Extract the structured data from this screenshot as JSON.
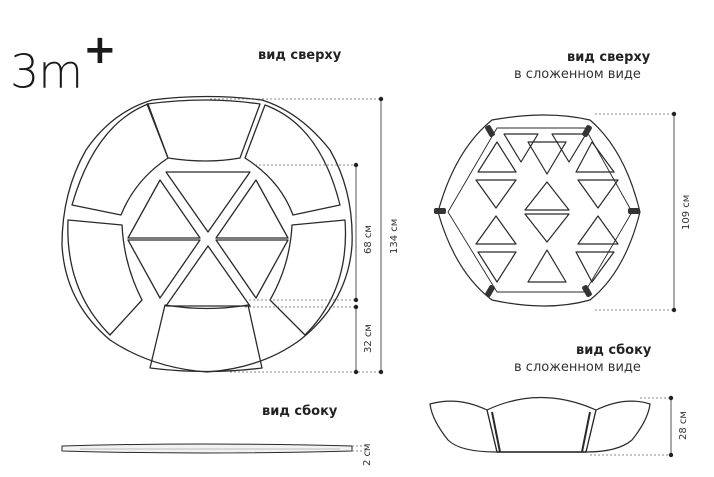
{
  "logo": {
    "main": "3m",
    "sup": "+"
  },
  "views": {
    "top": {
      "title": "вид сверху"
    },
    "top_folded": {
      "title": "вид сверху",
      "subtitle": "в сложенном виде"
    },
    "side": {
      "title": "вид сбоку"
    },
    "side_folded": {
      "title": "вид сбоку",
      "subtitle": "в сложенном виде"
    }
  },
  "dimensions": {
    "inner_triangles": "68 см",
    "outer_segment": "32 см",
    "diameter": "134 см",
    "folded_width": "109 см",
    "flat_height": "2 см",
    "folded_height": "28 см"
  }
}
